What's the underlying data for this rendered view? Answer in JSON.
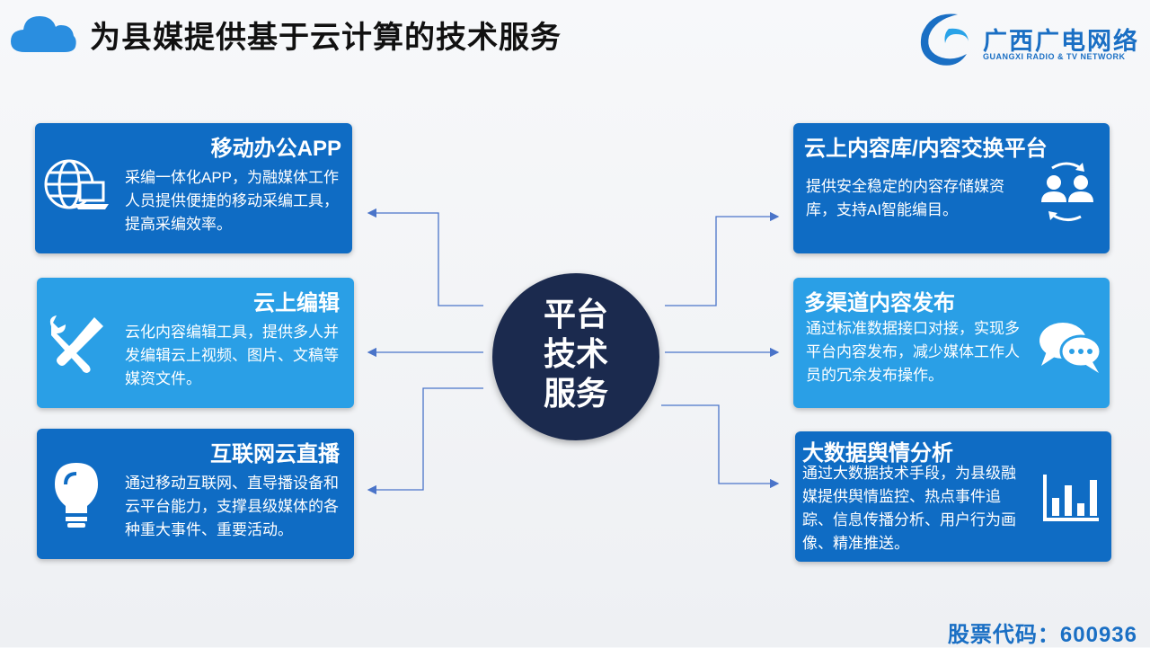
{
  "header": {
    "title": "为县媒提供基于云计算的技术服务"
  },
  "logo": {
    "name": "广西广电网络",
    "subtitle": "GUANGXI RADIO & TV NETWORK"
  },
  "center": {
    "lines": [
      "平台",
      "技术",
      "服务"
    ]
  },
  "left_cards": [
    {
      "title": "移动办公APP",
      "desc": "采编一体化APP，为融媒体工作人员提供便捷的移动采编工具，提高采编效率。",
      "icon": "globe-laptop-icon"
    },
    {
      "title": "云上编辑",
      "desc": "云化内容编辑工具，提供多人并发编辑云上视频、图片、文稿等媒资文件。",
      "icon": "tools-icon"
    },
    {
      "title": "互联网云直播",
      "desc": "通过移动互联网、直导播设备和云平台能力，支撑县级媒体的各种重大事件、重要活动。",
      "icon": "lightbulb-icon"
    }
  ],
  "right_cards": [
    {
      "title": "云上内容库/内容交换平台",
      "desc": "提供安全稳定的内容存储媒资库，支持AI智能编目。",
      "icon": "users-exchange-icon"
    },
    {
      "title": "多渠道内容发布",
      "desc": "通过标准数据接口对接，实现多平台内容发布，减少媒体工作人员的冗余发布操作。",
      "icon": "chat-bubbles-icon"
    },
    {
      "title": "大数据舆情分析",
      "desc": "通过大数据技术手段，为县级融媒提供舆情监控、热点事件追踪、信息传播分析、用户行为画像、精准推送。",
      "icon": "bar-chart-icon"
    }
  ],
  "footer": {
    "stock_code": "股票代码：600936"
  },
  "colors": {
    "card_dark": "#0f6cc4",
    "card_light": "#2a9fe6",
    "center": "#1b2a4e",
    "connector": "#4a74c9",
    "brand": "#1a6fc4"
  }
}
